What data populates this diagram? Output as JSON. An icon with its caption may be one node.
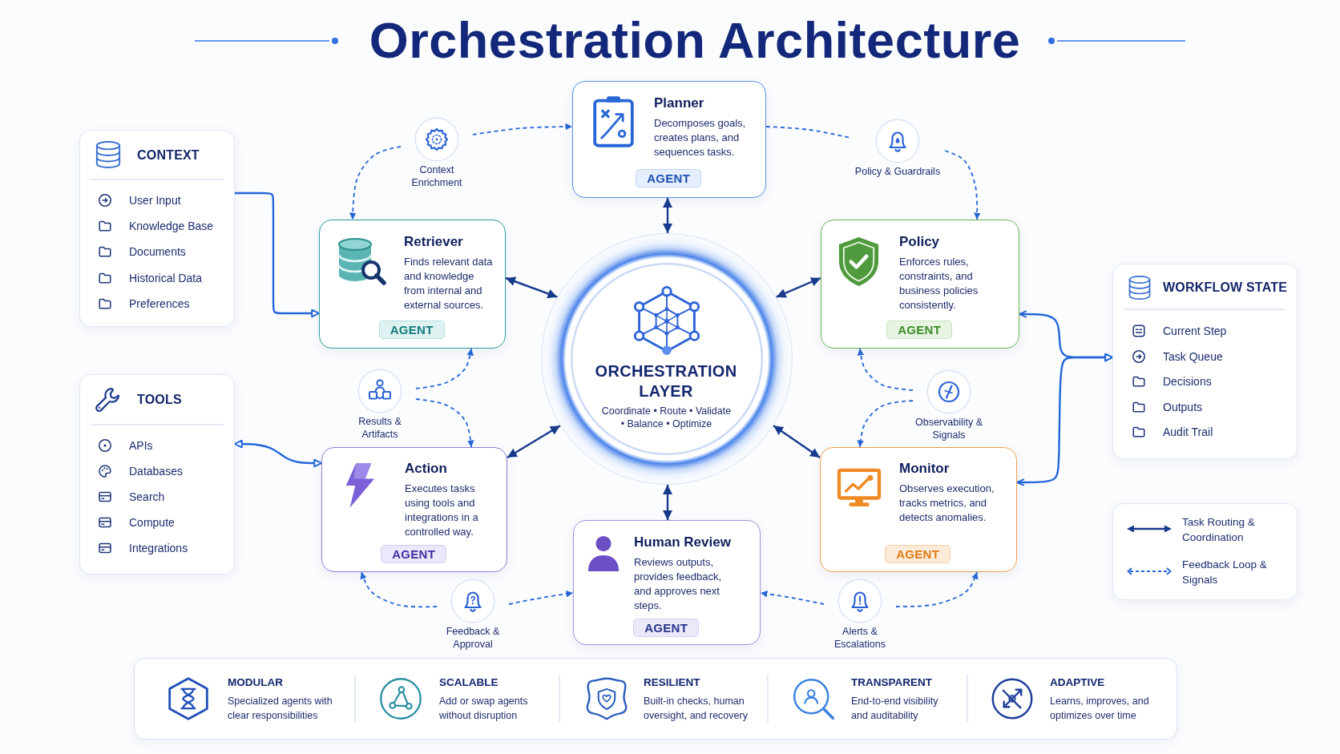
{
  "diagram": {
    "title": "Orchestration Architecture",
    "nodes": [
      {
        "text": [
          "CONTEXT",
          "User Input",
          "Knowledge Base",
          "Documents",
          "Historical Data",
          "Preferences"
        ]
      },
      {
        "text": [
          "Context Enrichment"
        ]
      },
      {
        "text": [
          "Planner",
          "Decomposes goals, creates plans, and sequences tasks.",
          "AGENT"
        ]
      },
      {
        "text": [
          "Policy & Guardrails"
        ]
      },
      {
        "text": [
          "Retriever",
          "Finds relevant data and knowledge from internal and external sources.",
          "AGENT"
        ]
      },
      {
        "text": [
          "ORCHESTRATION LAYER",
          "Coordinate • Route • Validate • Balance • Optimize"
        ]
      },
      {
        "text": [
          "Policy",
          "Enforces rules, constraints, and business policies consistently.",
          "AGENT"
        ]
      },
      {
        "text": [
          "WORKFLOW STATE",
          "Current Step",
          "Task Queue",
          "Decisions",
          "Outputs",
          "Audit Trail"
        ]
      },
      {
        "text": [
          "TOOLS",
          "APIs",
          "Databases",
          "Search",
          "Compute",
          "Integrations"
        ]
      },
      {
        "text": [
          "Results & Artifacts"
        ]
      },
      {
        "text": [
          "Observability & Signals"
        ]
      },
      {
        "text": [
          "Action",
          "Executes tasks using tools and integrations in a controlled way.",
          "AGENT"
        ]
      },
      {
        "text": [
          "Monitor",
          "Observes execution, tracks metrics, and detects anomalies.",
          "AGENT"
        ]
      },
      {
        "text": [
          "Human Review",
          "Reviews outputs, provides feedback, and approves next steps.",
          "AGENT"
        ]
      },
      {
        "text": [
          "Feedback & Approval"
        ]
      },
      {
        "text": [
          "Alerts & Escalations"
        ]
      },
      {
        "text": [
          "MODULAR",
          "Specialized agents with clear responsibilities",
          "SCALABLE",
          "Add or swap agents without disruption",
          "RESILIENT",
          "Built-in checks, human oversight, and recovery",
          "TRANSPARENT",
          "End-to-end visibility and auditability",
          "ADAPTIVE",
          "Learns, improves, and optimizes over time"
        ]
      }
    ],
    "edges": [
      {
        "from": 5,
        "to": 2,
        "arrow": "both",
        "color": "#173a8c"
      },
      {
        "from": 5,
        "to": 4,
        "arrow": "both",
        "color": "#173a8c"
      },
      {
        "from": 5,
        "to": 6,
        "arrow": "both",
        "color": "#173a8c"
      },
      {
        "from": 5,
        "to": 11,
        "arrow": "both",
        "color": "#173a8c"
      },
      {
        "from": 5,
        "to": 12,
        "arrow": "both",
        "color": "#173a8c"
      },
      {
        "from": 5,
        "to": 13,
        "arrow": "both",
        "color": "#173a8c"
      },
      {
        "from": 0,
        "to": 4,
        "arrow": "to"
      },
      {
        "from": 8,
        "to": 11,
        "arrow": "both"
      },
      {
        "from": 7,
        "to": 6,
        "arrow": "both"
      },
      {
        "from": 7,
        "to": 12,
        "arrow": "both"
      },
      {
        "from": 1,
        "to": 2,
        "arrow": "to",
        "style": "dashed"
      },
      {
        "from": 1,
        "to": 4,
        "arrow": "to",
        "style": "dashed"
      },
      {
        "from": 2,
        "to": 3,
        "arrow": "none",
        "style": "dashed"
      },
      {
        "from": 3,
        "to": 6,
        "arrow": "to",
        "style": "dashed"
      },
      {
        "from": 9,
        "to": 4,
        "arrow": "to",
        "style": "dashed"
      },
      {
        "from": 9,
        "to": 11,
        "arrow": "to",
        "style": "dashed"
      },
      {
        "from": 10,
        "to": 6,
        "arrow": "to",
        "style": "dashed"
      },
      {
        "from": 10,
        "to": 12,
        "arrow": "to",
        "style": "dashed"
      },
      {
        "from": 14,
        "to": 11,
        "arrow": "to",
        "style": "dashed"
      },
      {
        "from": 14,
        "to": 13,
        "arrow": "to",
        "style": "dashed"
      },
      {
        "from": 15,
        "to": 13,
        "arrow": "to",
        "style": "dashed"
      },
      {
        "from": 15,
        "to": 12,
        "arrow": "to",
        "style": "dashed"
      }
    ],
    "legend": [
      {
        "text": "Task Routing & Coordination"
      },
      {
        "text": "Feedback Loop & Signals"
      }
    ]
  }
}
